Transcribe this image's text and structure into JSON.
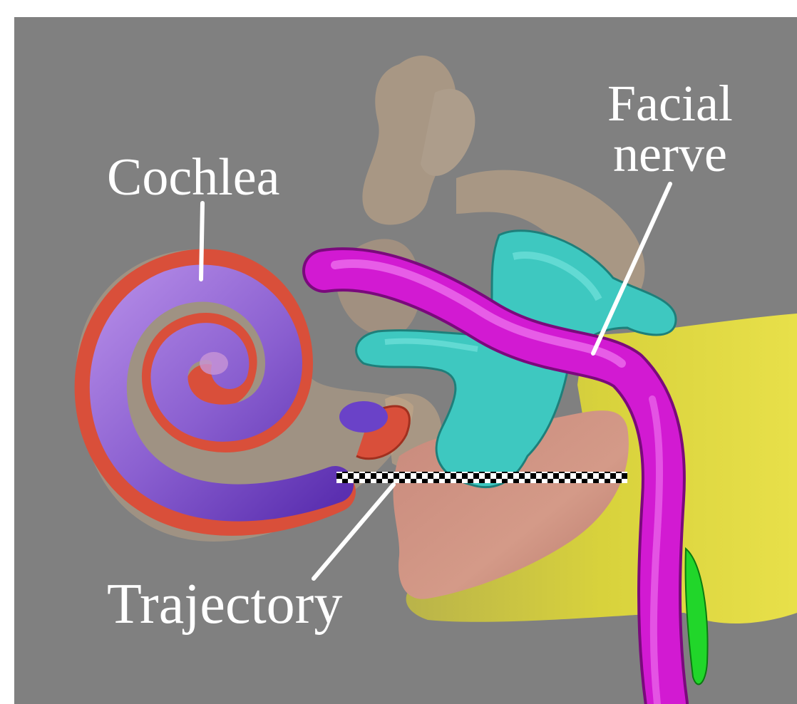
{
  "labels": {
    "cochlea": "Cochlea",
    "facial_nerve_line1": "Facial",
    "facial_nerve_line2": "nerve",
    "trajectory": "Trajectory"
  },
  "colors": {
    "background": "#808080",
    "frame": "#ffffff",
    "cochlea": "#8a5fd0",
    "cochlea_inner": "#d94f3a",
    "ossicles": "#d9b48a",
    "facial_nerve": "#d21ad2",
    "semicircular_canal": "#3ec8c0",
    "tissue_yellow": "#d6d23a",
    "tissue_pink": "#c98f7e",
    "chorda_green": "#21d62a",
    "annotation": "#ffffff",
    "trajectory_dash_dark": "#000000",
    "trajectory_dash_light": "#ffffff"
  }
}
